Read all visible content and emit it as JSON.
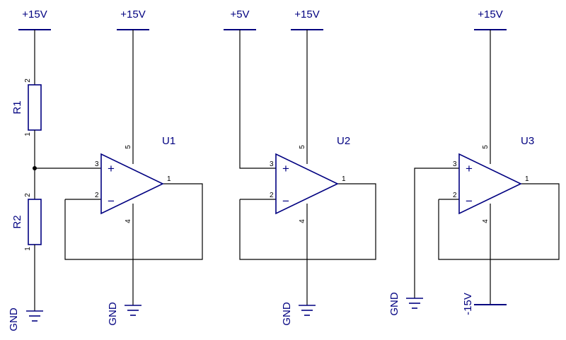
{
  "labels": {
    "p15_a": "+15V",
    "p15_b": "+15V",
    "p5": "+5V",
    "p15_c": "+15V",
    "p15_d": "+15V",
    "gnd_a": "GND",
    "gnd_b": "GND",
    "gnd_c": "GND",
    "gnd_d": "GND",
    "n15": "-15V"
  },
  "resistors": {
    "r1": {
      "ref": "R1",
      "pin_top": "2",
      "pin_bottom": "1"
    },
    "r2": {
      "ref": "R2",
      "pin_top": "2",
      "pin_bottom": "1"
    }
  },
  "opamps": {
    "u1": {
      "ref": "U1",
      "pin_noninv": "3",
      "pin_inv": "2",
      "pin_out": "1",
      "pin_vpos": "5",
      "pin_vneg": "4",
      "plus": "+",
      "minus": "−"
    },
    "u2": {
      "ref": "U2",
      "pin_noninv": "3",
      "pin_inv": "2",
      "pin_out": "1",
      "pin_vpos": "5",
      "pin_vneg": "4",
      "plus": "+",
      "minus": "−"
    },
    "u3": {
      "ref": "U3",
      "pin_noninv": "3",
      "pin_inv": "2",
      "pin_out": "1",
      "pin_vpos": "5",
      "pin_vneg": "4",
      "plus": "+",
      "minus": "−"
    }
  },
  "colors": {
    "wire": "#000000",
    "symbol": "#000080"
  }
}
